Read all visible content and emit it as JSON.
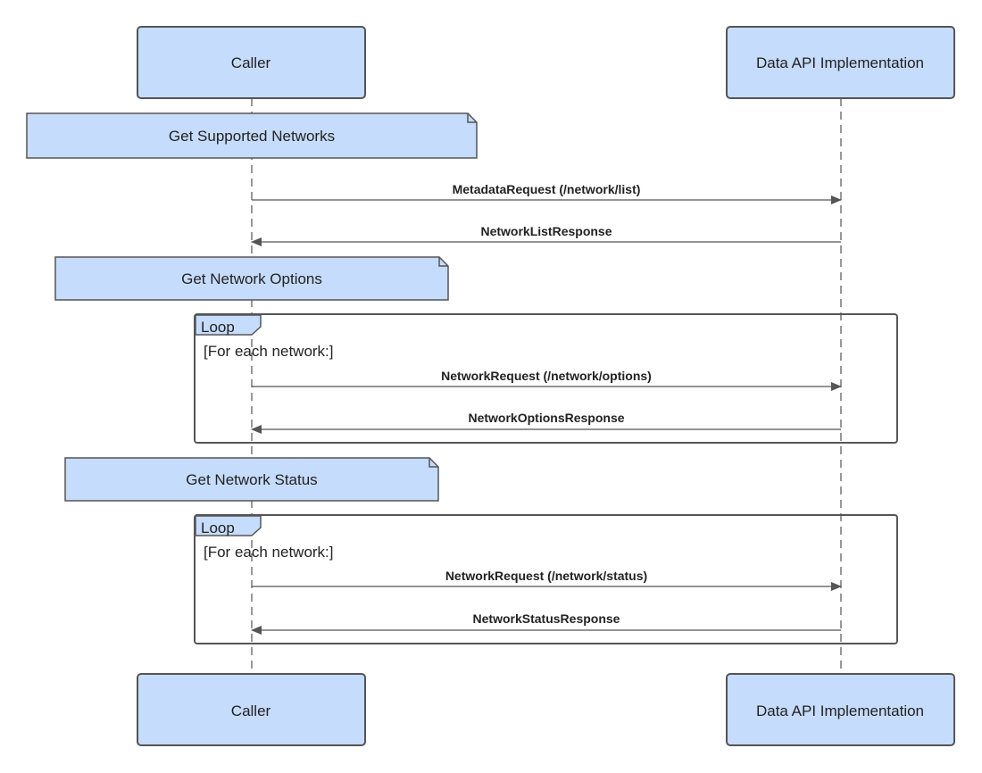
{
  "colors": {
    "fill": "#c6dcfc",
    "stroke": "#555555",
    "line": "#555555",
    "text": "#222222"
  },
  "actors": [
    {
      "id": "caller",
      "label": "Caller"
    },
    {
      "id": "api",
      "label": "Data API Implementation"
    }
  ],
  "notes": [
    {
      "label": "Get Supported Networks"
    },
    {
      "label": "Get Network Options"
    },
    {
      "label": "Get Network Status"
    }
  ],
  "messages": [
    {
      "from": "caller",
      "to": "api",
      "label": "MetadataRequest (/network/list)"
    },
    {
      "from": "api",
      "to": "caller",
      "label": "NetworkListResponse"
    },
    {
      "from": "caller",
      "to": "api",
      "label": "NetworkRequest (/network/options)"
    },
    {
      "from": "api",
      "to": "caller",
      "label": "NetworkOptionsResponse"
    },
    {
      "from": "caller",
      "to": "api",
      "label": "NetworkRequest (/network/status)"
    },
    {
      "from": "api",
      "to": "caller",
      "label": "NetworkStatusResponse"
    }
  ],
  "loops": [
    {
      "tag": "Loop",
      "condition": "[For each network:]"
    },
    {
      "tag": "Loop",
      "condition": "[For each network:]"
    }
  ]
}
